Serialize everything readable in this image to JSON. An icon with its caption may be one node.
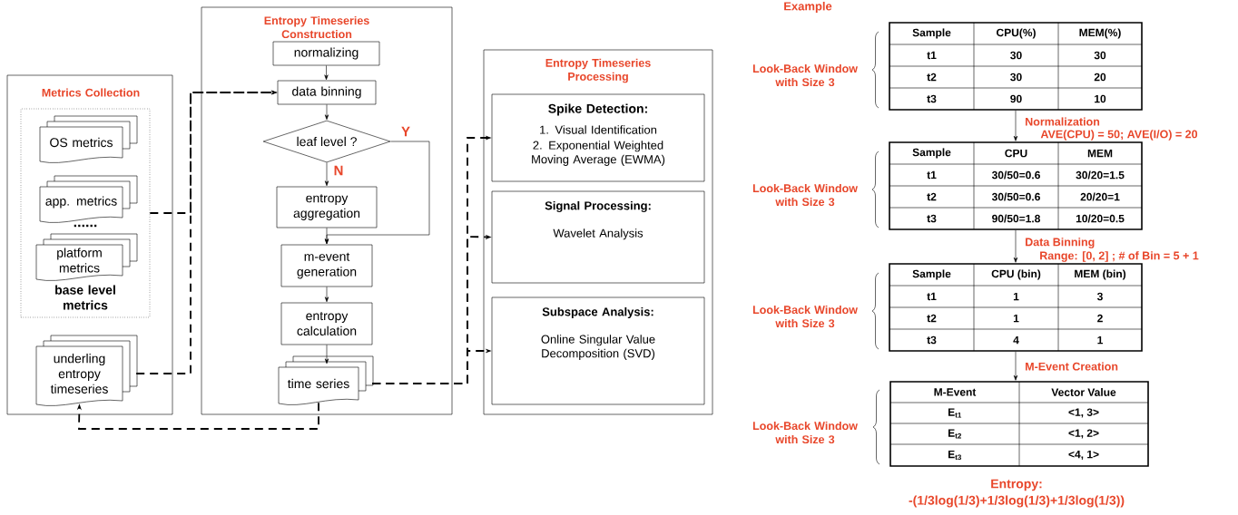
{
  "diagram": {
    "nodes": [
      {
        "text": [
          "Metrics Collection"
        ]
      },
      {
        "text": [
          "base level metrics"
        ],
        "in": 0
      },
      {
        "text": [
          "OS metrics"
        ],
        "in": 1
      },
      {
        "text": [
          "app. metrics"
        ],
        "in": 1
      },
      {
        "text": [
          "platform metrics"
        ],
        "in": 1
      },
      {
        "text": [
          "underling entropy timeseries"
        ],
        "in": 0
      },
      {
        "text": [
          "Entropy Timeseries Construction"
        ]
      },
      {
        "text": [
          "normalizing"
        ],
        "in": 6
      },
      {
        "text": [
          "data binning"
        ],
        "in": 6
      },
      {
        "text": [
          "leaf level ?"
        ],
        "in": 6
      },
      {
        "text": [
          "entropy aggregation"
        ],
        "in": 6
      },
      {
        "text": [
          "m-event generation"
        ],
        "in": 6
      },
      {
        "text": [
          "entropy calculation"
        ],
        "in": 6
      },
      {
        "text": [
          "time series"
        ],
        "in": 6
      },
      {
        "text": [
          "Entropy Timeseries Processing"
        ]
      },
      {
        "text": [
          "Spike Detection:",
          "1. Visual Identification",
          "2. Exponential Weighted Moving Average (EWMA)"
        ],
        "in": 14
      },
      {
        "text": [
          "Signal Processing:",
          "Wavelet Analysis"
        ],
        "in": 14
      },
      {
        "text": [
          "Subspace Analysis:",
          "Online Singular Value Decomposition (SVD)"
        ],
        "in": 14
      },
      {
        "text": [
          "Sample",
          "CPU(%)",
          "MEM(%)",
          "t1",
          "30",
          "30",
          "t2",
          "30",
          "20",
          "t3",
          "90",
          "10"
        ],
        "beside": [
          "Look-Back Window with Size 3"
        ]
      },
      {
        "text": [
          "Sample",
          "CPU",
          "MEM",
          "t1",
          "30/50=0.6",
          "30/20=1.5",
          "t2",
          "30/50=0.6",
          "20/20=1",
          "t3",
          "90/50=1.8",
          "10/20=0.5"
        ],
        "beside": [
          "Look-Back Window with Size 3"
        ]
      },
      {
        "text": [
          "Sample",
          "CPU (bin)",
          "MEM (bin)",
          "t1",
          "1",
          "3",
          "t2",
          "1",
          "2",
          "t3",
          "4",
          "1"
        ],
        "beside": [
          "Look-Back Window with Size 3"
        ]
      },
      {
        "text": [
          "M-Event",
          "Vector Value",
          "E$_{t1}$",
          "<1, 3>",
          "E$_{t2}$",
          "<1, 2>",
          "E$_{t3}$",
          "<4, 1>"
        ],
        "beside": [
          "Look-Back Window with Size 3"
        ]
      }
    ],
    "edges": [
      {
        "from": 7,
        "to": 8,
        "arrow": "to"
      },
      {
        "from": 8,
        "to": 9,
        "arrow": "to"
      },
      {
        "from": 9,
        "to": 10,
        "arrow": "to",
        "label": "N"
      },
      {
        "from": 9,
        "to": 11,
        "arrow": "to",
        "label": "Y"
      },
      {
        "from": 10,
        "to": 11,
        "arrow": "to"
      },
      {
        "from": 11,
        "to": 12,
        "arrow": "to"
      },
      {
        "from": 12,
        "to": 13,
        "arrow": "to"
      },
      {
        "from": 1,
        "to": 8,
        "arrow": "to",
        "style": "dashed"
      },
      {
        "from": 5,
        "to": 8,
        "arrow": "to",
        "style": "dashed"
      },
      {
        "from": 13,
        "to": 15,
        "arrow": "to",
        "style": "dashed"
      },
      {
        "from": 13,
        "to": 16,
        "arrow": "to",
        "style": "dashed"
      },
      {
        "from": 13,
        "to": 17,
        "arrow": "to",
        "style": "dashed"
      },
      {
        "from": 13,
        "to": 5,
        "arrow": "to",
        "style": "dashed"
      },
      {
        "from": 18,
        "to": 19,
        "arrow": "to",
        "label": "Normalization"
      },
      {
        "from": 19,
        "to": 20,
        "arrow": "to",
        "label": "Data Binning"
      },
      {
        "from": 20,
        "to": 21,
        "arrow": "to",
        "label": "M-Event Creation"
      }
    ],
    "labels": [
      "Example",
      "......",
      "AVE(CPU) = 50; AVE(I/O) = 20",
      "Range: [0, 2] ; # of Bin = 5 + 1",
      "Entropy:",
      "-(1/3log(1/3)+1/3log(1/3)+1/3log(1/3))"
    ]
  }
}
